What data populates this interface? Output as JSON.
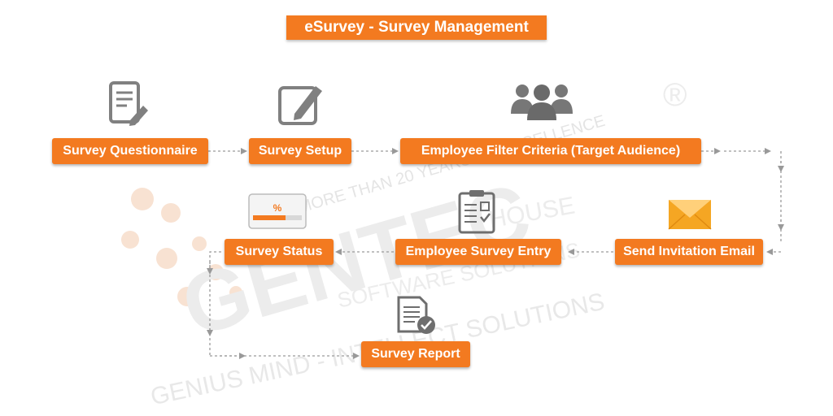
{
  "title": "eSurvey - Survey Management",
  "watermark": {
    "brand": "GENTEC",
    "registered": "®",
    "line_top": "MORE THAN 20 YEARS OF EXCELLENCE",
    "line_house": "HOUSE",
    "line_solutions": "SOFTWARE SOLUTIONS",
    "line_bottom": "GENIUS MIND - INTELLECT SOLUTIONS"
  },
  "status_icon_text": "%",
  "nodes": {
    "survey_questionnaire": "Survey Questionnaire",
    "survey_setup": "Survey Setup",
    "employee_filter": "Employee Filter Criteria (Target Audience)",
    "send_invitation": "Send Invitation Email",
    "employee_survey_entry": "Employee Survey Entry",
    "survey_status": "Survey Status",
    "survey_report": "Survey Report"
  },
  "colors": {
    "accent": "#f37a20",
    "icon_gray": "#808080",
    "envelope": "#f5a623",
    "arrow": "#999999",
    "watermark": "#e6e6e6"
  }
}
